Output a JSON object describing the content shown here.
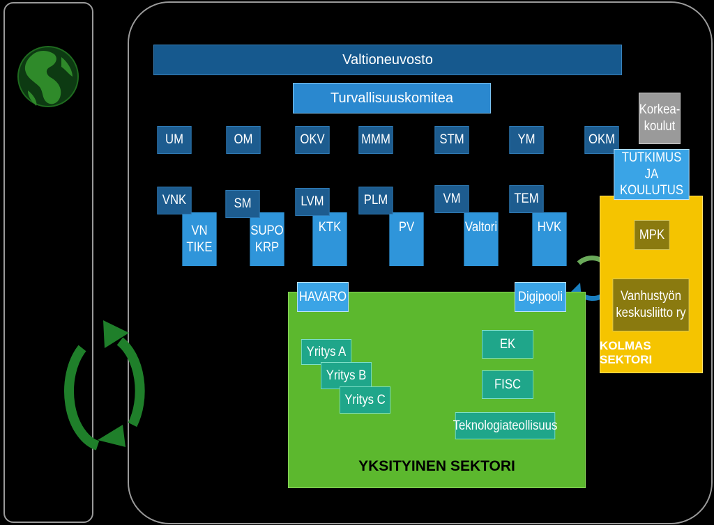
{
  "top": {
    "government": "Valtioneuvosto",
    "committee": "Turvallisuuskomitea"
  },
  "ministries_row1": [
    "UM",
    "OM",
    "OKV",
    "MMM",
    "STM",
    "YM",
    "OKM"
  ],
  "ministries_row2": [
    "VNK",
    "SM",
    "LVM",
    "PLM",
    "VM",
    "TEM"
  ],
  "agencies": [
    {
      "line1": "VN",
      "line2": "TIKE"
    },
    {
      "line1": "SUPO",
      "line2": "KRP"
    },
    {
      "line1": "KTK",
      "line2": ""
    },
    {
      "line1": "PV",
      "line2": ""
    },
    {
      "line1": "Valtori",
      "line2": ""
    },
    {
      "line1": "HVK",
      "line2": ""
    }
  ],
  "education": {
    "universities_l1": "Korkea-",
    "universities_l2": "koulut",
    "research_l1": "TUTKIMUS JA",
    "research_l2": "KOULUTUS"
  },
  "third_sector": {
    "mpk": "MPK",
    "elderly_l1": "Vanhustyön",
    "elderly_l2": "keskusliitto ry",
    "title": "KOLMAS SEKTORI"
  },
  "private_sector": {
    "title": "YKSITYINEN SEKTORI",
    "havaro": "HAVARO",
    "digipooli": "Digipooli",
    "companies": [
      "Yritys A",
      "Yritys B",
      "Yritys C"
    ],
    "ek": "EK",
    "fisc": "FISC",
    "tech": "Teknologiateollisuus"
  },
  "colors": {
    "green": "#5cb82e",
    "gold": "#f5c400",
    "dark_blue": "#1d5c8f",
    "blue": "#2a88cf",
    "teal": "#1fa68a"
  }
}
